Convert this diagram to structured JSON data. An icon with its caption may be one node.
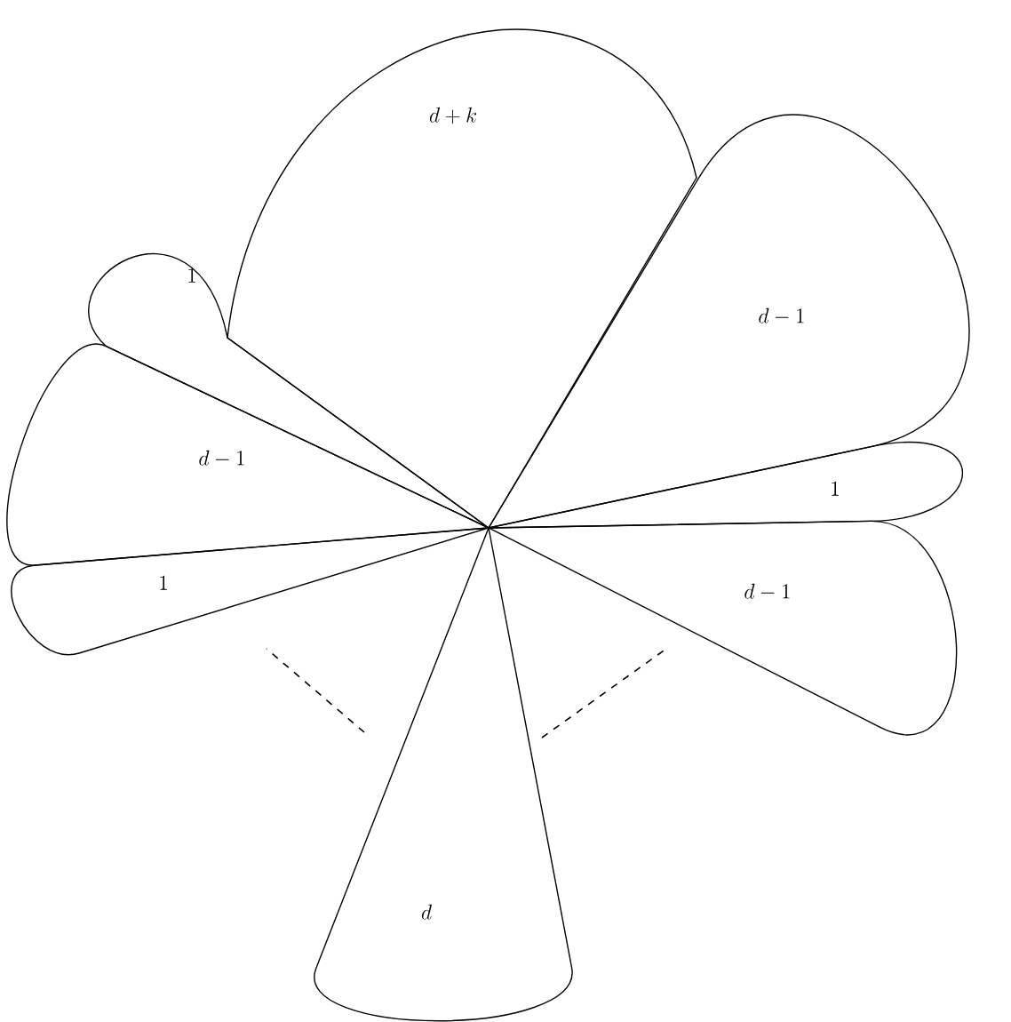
{
  "diagram": {
    "nodes": [
      {
        "text": [
          "d + k"
        ]
      },
      {
        "text": [
          "1"
        ]
      },
      {
        "text": [
          "d - 1"
        ]
      },
      {
        "text": [
          "d - 1"
        ]
      },
      {
        "text": [
          "1"
        ]
      },
      {
        "text": [
          "1"
        ]
      },
      {
        "text": [
          "d - 1"
        ]
      },
      {
        "text": [
          "d"
        ]
      }
    ]
  }
}
